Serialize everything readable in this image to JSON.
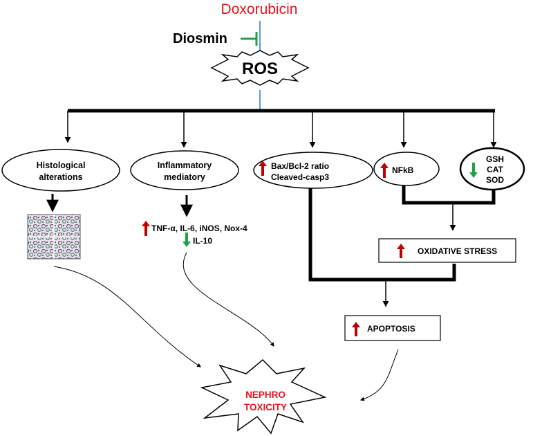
{
  "diagram": {
    "trigger": "Doxorubicin",
    "inhibitor": "Diosmin",
    "ros": "ROS",
    "histological": [
      "Histological",
      "alterations"
    ],
    "inflammatory": [
      "Inflammatory",
      "mediatory"
    ],
    "bax": [
      "Bax/Bcl-2 ratio",
      "Cleaved-casp3"
    ],
    "nfkb": "NFkB",
    "antioxidants": [
      "GSH",
      "CAT",
      "SOD"
    ],
    "cytokines_up": "TNF-α, IL-6, iNOS, Nox-4",
    "cytokines_down": "IL-10",
    "oxidative_stress": "OXIDATIVE STRESS",
    "apoptosis": "APOPTOSIS",
    "outcome": [
      "NEPHRO",
      "TOXICITY"
    ]
  },
  "colors": {
    "trigger": "#e8141d",
    "outcome": "#e8141d",
    "increase_arrow": "#c00000",
    "decrease_arrow": "#21a045",
    "inhibitor_bar": "#21a045",
    "flow_line": "#5b9bd5"
  },
  "icons": {
    "increase": "up-arrow-icon",
    "decrease": "down-arrow-icon",
    "inhibition": "t-bar-inhibition-icon",
    "histology": "tissue-micrograph-icon",
    "burst": "starburst-icon"
  }
}
